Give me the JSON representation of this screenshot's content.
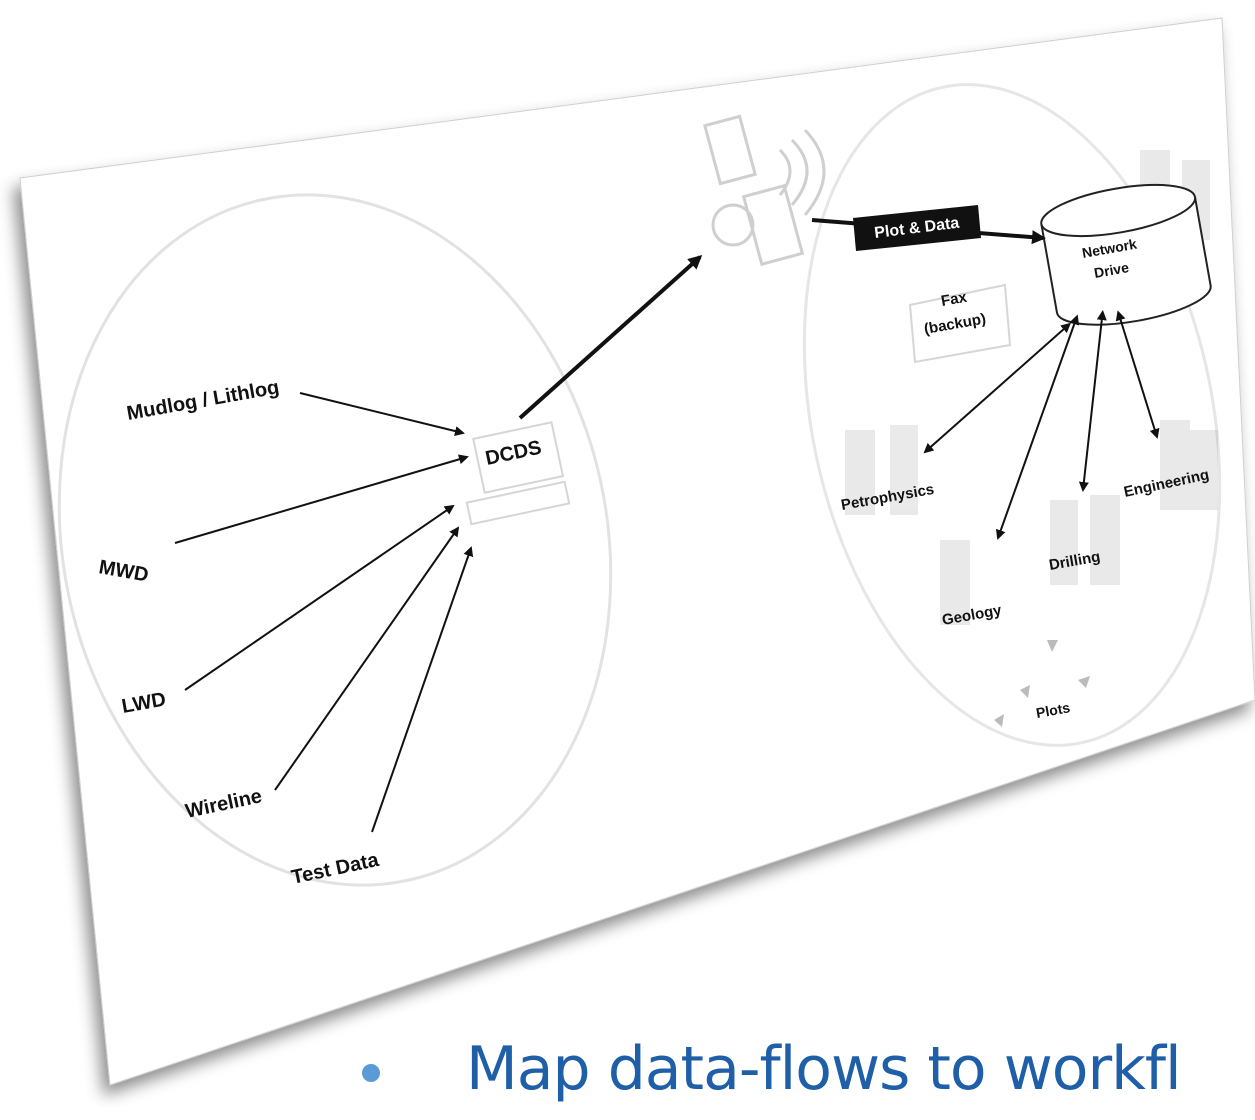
{
  "diagram": {
    "sources": [
      "Mudlog / Lithlog",
      "MWD",
      "LWD",
      "Wireline",
      "Test Data"
    ],
    "hub": "DCDS",
    "transfer_label": "Plot & Data",
    "storage": {
      "line1": "Network",
      "line2": "Drive"
    },
    "fax": {
      "line1": "Fax",
      "line2": "(backup)"
    },
    "consumers": [
      "Petrophysics",
      "Geology",
      "Drilling",
      "Engineering"
    ],
    "plots": "Plots"
  },
  "bullet": {
    "text": "Map data-flows to workfl",
    "color": "#1f5fa8"
  }
}
